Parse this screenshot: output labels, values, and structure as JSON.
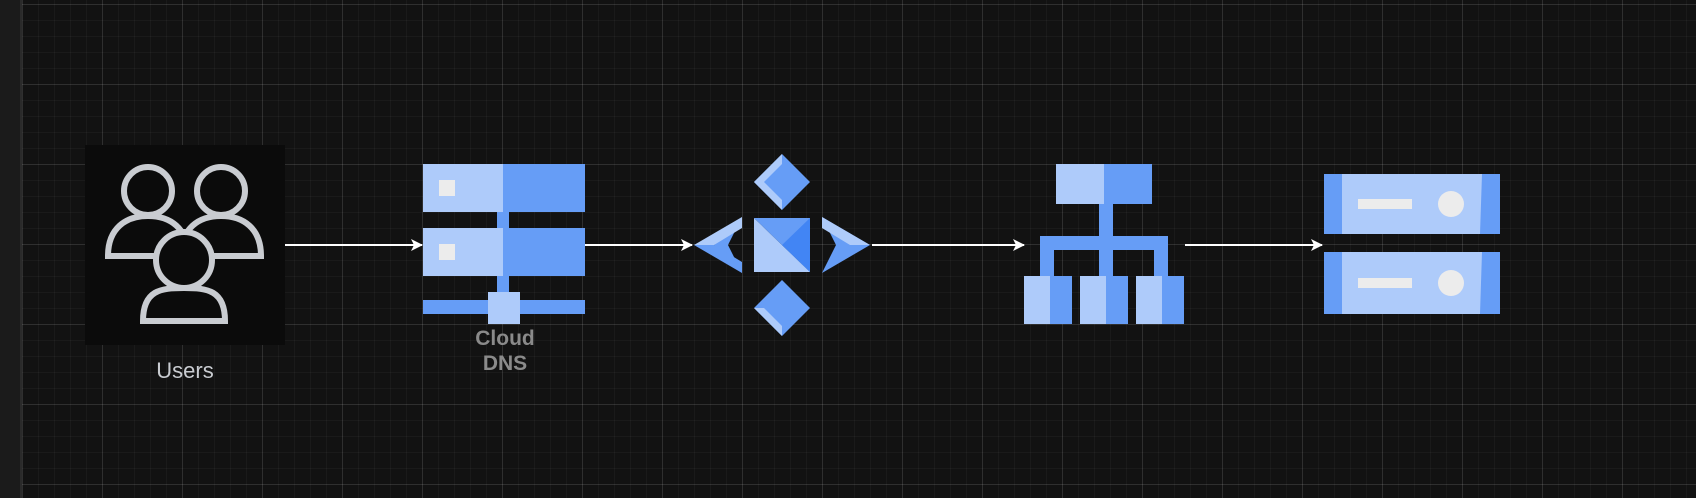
{
  "nodes": {
    "users": {
      "label": "Users"
    },
    "cloud_dns": {
      "label_line1": "Cloud",
      "label_line2": "DNS"
    }
  },
  "colors": {
    "background": "#121212",
    "icon_light": "#aecbfa",
    "icon_mid": "#669df6",
    "icon_dark": "#4285f4",
    "users_icon": "#c9ccd1",
    "arrow": "#ffffff"
  },
  "icons": [
    "users-icon",
    "cloud-dns-icon",
    "cloud-cdn-icon",
    "load-balancer-icon",
    "server-icon"
  ]
}
